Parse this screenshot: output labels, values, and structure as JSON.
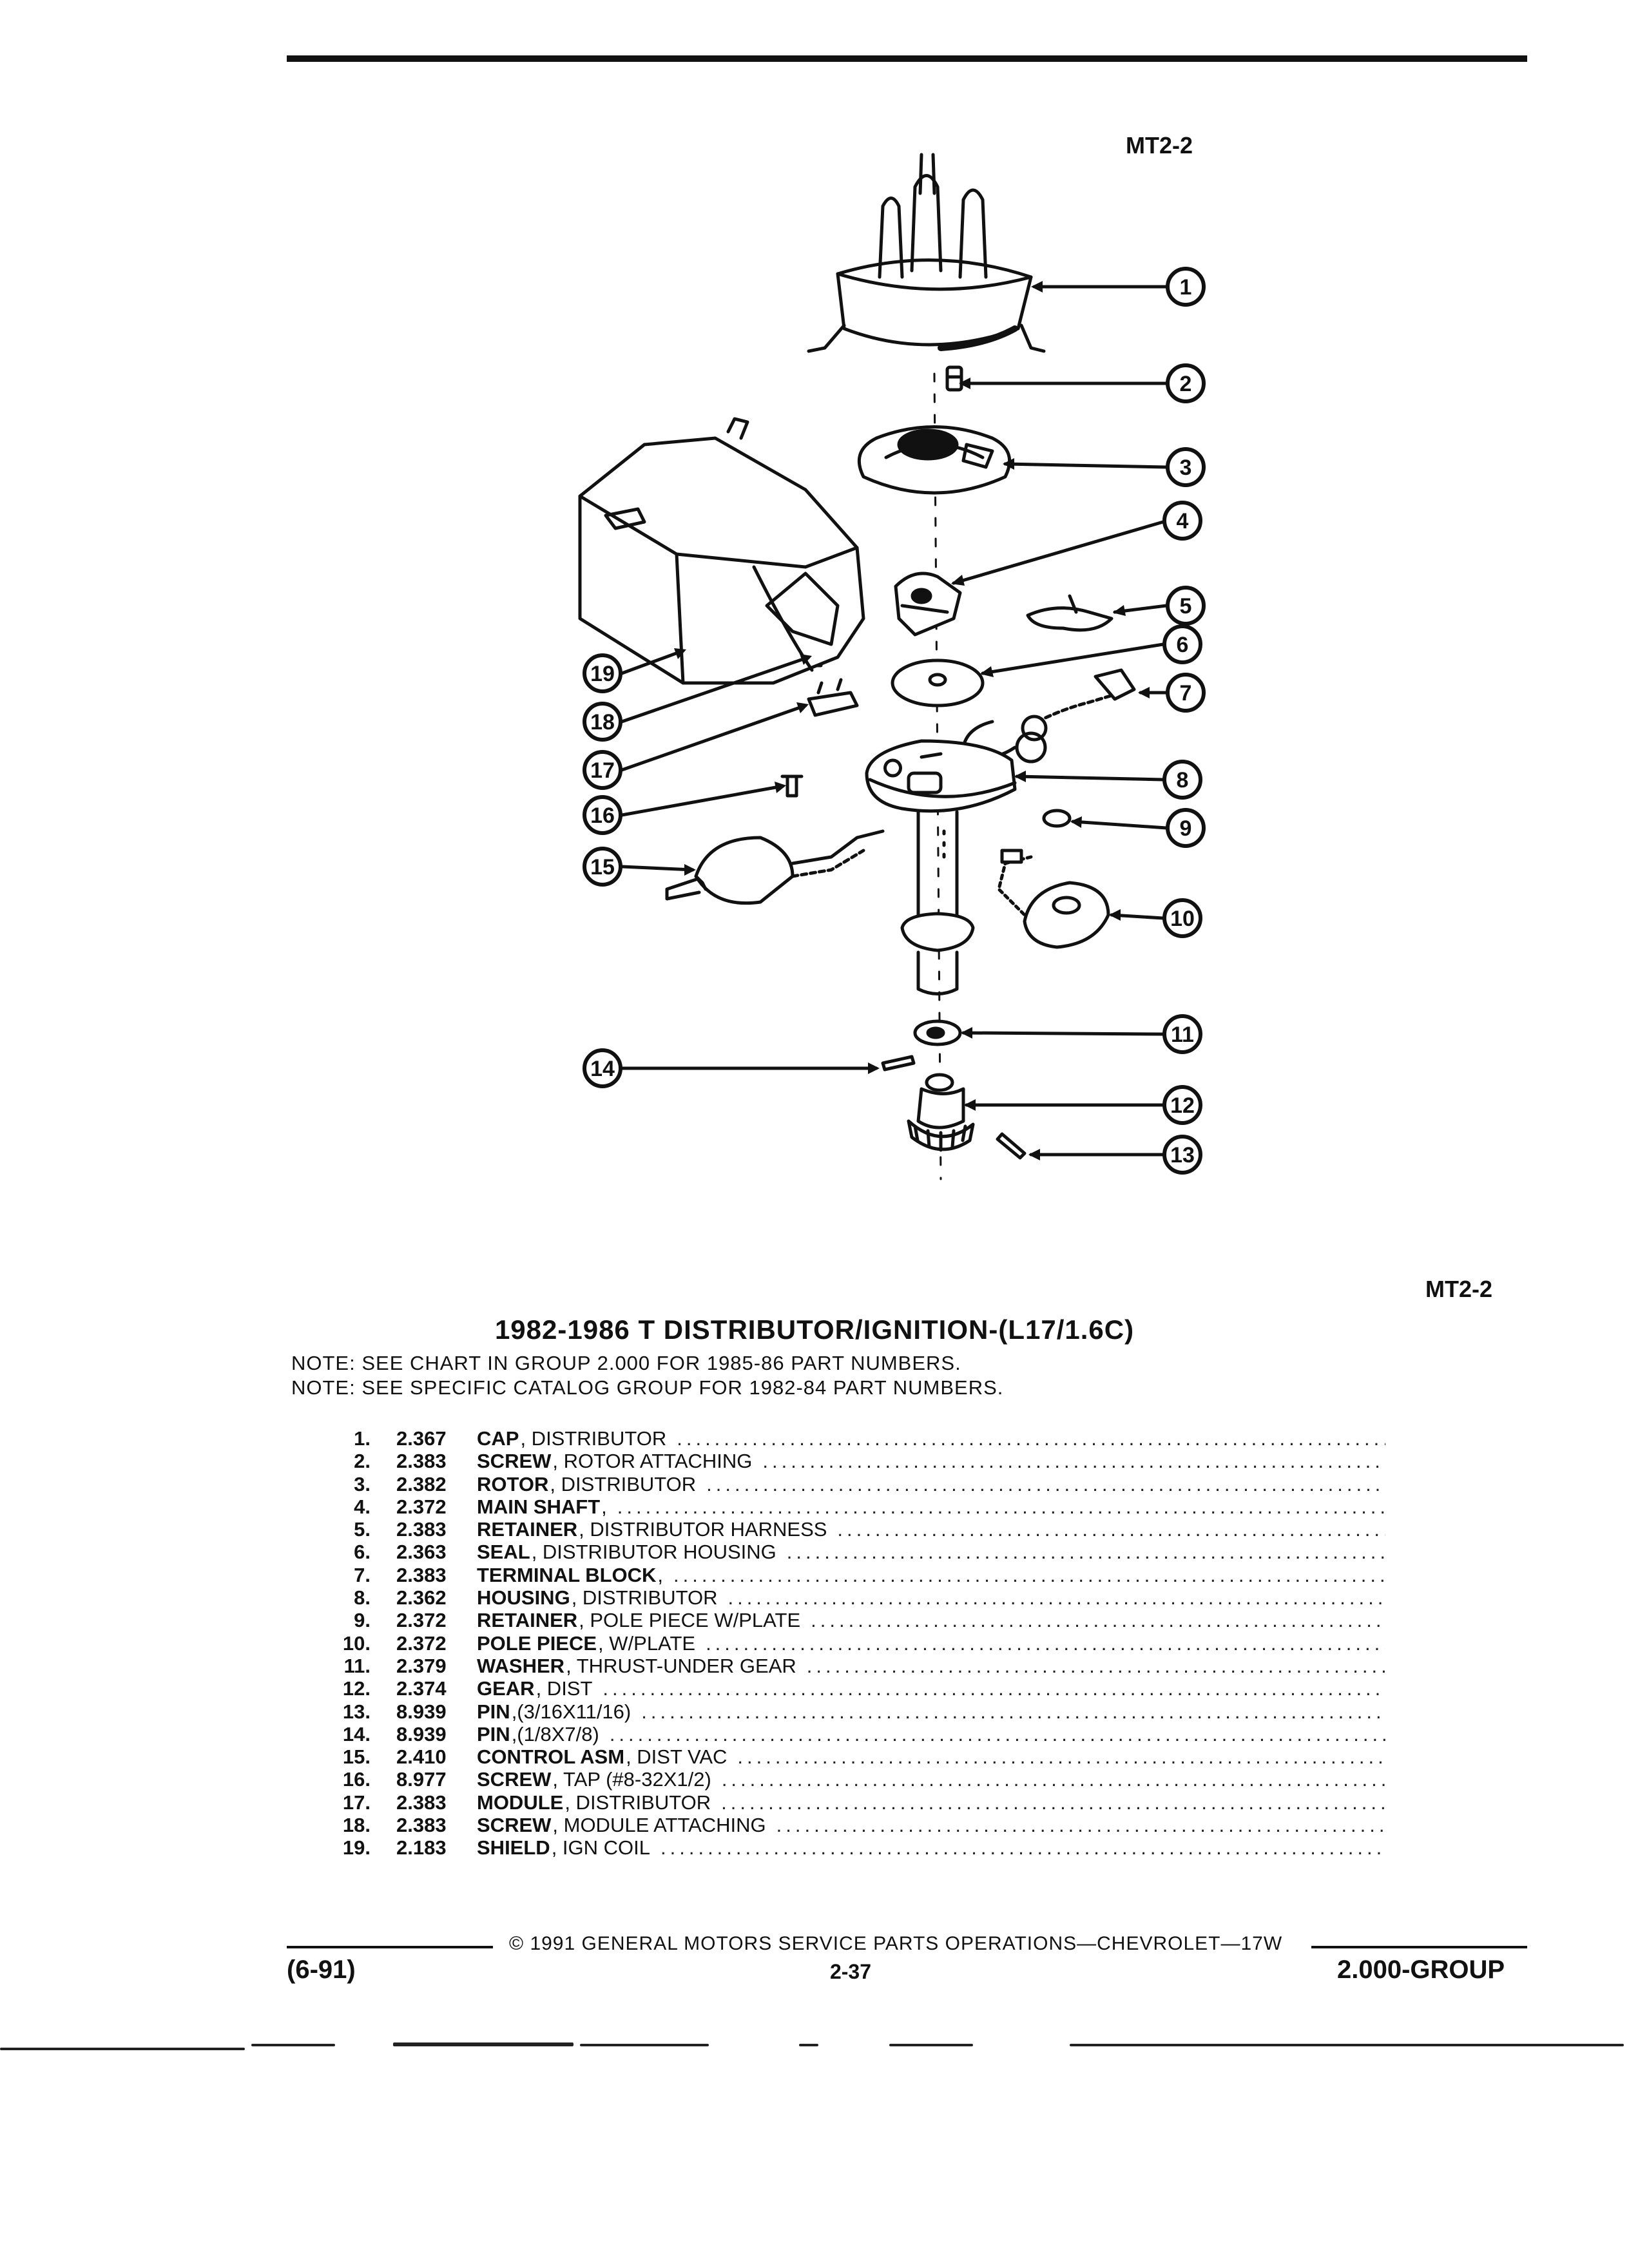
{
  "figure_label_top": "MT2-2",
  "figure_label_bottom": "MT2-2",
  "title": "1982-1986 T DISTRIBUTOR/IGNITION-(L17/1.6C)",
  "notes": [
    "NOTE:  SEE CHART IN GROUP 2.000 FOR 1985-86 PART NUMBERS.",
    "NOTE:  SEE SPECIFIC CATALOG GROUP FOR 1982-84 PART NUMBERS."
  ],
  "callouts": [
    "1",
    "2",
    "3",
    "4",
    "5",
    "6",
    "7",
    "8",
    "9",
    "10",
    "11",
    "12",
    "13",
    "14",
    "15",
    "16",
    "17",
    "18",
    "19"
  ],
  "parts": [
    {
      "num": "1.",
      "code": "2.367",
      "name": "CAP",
      "desc": ", DISTRIBUTOR"
    },
    {
      "num": "2.",
      "code": "2.383",
      "name": "SCREW",
      "desc": ", ROTOR ATTACHING"
    },
    {
      "num": "3.",
      "code": "2.382",
      "name": "ROTOR",
      "desc": ", DISTRIBUTOR"
    },
    {
      "num": "4.",
      "code": "2.372",
      "name": "MAIN SHAFT",
      "desc": ","
    },
    {
      "num": "5.",
      "code": "2.383",
      "name": "RETAINER",
      "desc": ", DISTRIBUTOR HARNESS"
    },
    {
      "num": "6.",
      "code": "2.363",
      "name": "SEAL",
      "desc": ", DISTRIBUTOR HOUSING"
    },
    {
      "num": "7.",
      "code": "2.383",
      "name": "TERMINAL BLOCK",
      "desc": ","
    },
    {
      "num": "8.",
      "code": "2.362",
      "name": "HOUSING",
      "desc": ", DISTRIBUTOR"
    },
    {
      "num": "9.",
      "code": "2.372",
      "name": "RETAINER",
      "desc": ", POLE PIECE W/PLATE"
    },
    {
      "num": "10.",
      "code": "2.372",
      "name": "POLE PIECE",
      "desc": ", W/PLATE"
    },
    {
      "num": "11.",
      "code": "2.379",
      "name": "WASHER",
      "desc": ", THRUST-UNDER GEAR"
    },
    {
      "num": "12.",
      "code": "2.374",
      "name": "GEAR",
      "desc": ", DIST"
    },
    {
      "num": "13.",
      "code": "8.939",
      "name": "PIN",
      "desc": ",(3/16X11/16)"
    },
    {
      "num": "14.",
      "code": "8.939",
      "name": "PIN",
      "desc": ",(1/8X7/8)"
    },
    {
      "num": "15.",
      "code": "2.410",
      "name": "CONTROL ASM",
      "desc": ", DIST VAC"
    },
    {
      "num": "16.",
      "code": "8.977",
      "name": "SCREW",
      "desc": ", TAP (#8-32X1/2)"
    },
    {
      "num": "17.",
      "code": "2.383",
      "name": "MODULE",
      "desc": ", DISTRIBUTOR"
    },
    {
      "num": "18.",
      "code": "2.383",
      "name": "SCREW",
      "desc": ", MODULE ATTACHING"
    },
    {
      "num": "19.",
      "code": "2.183",
      "name": "SHIELD",
      "desc": ", IGN COIL"
    }
  ],
  "footer": {
    "copyright": "©  1991  GENERAL MOTORS SERVICE PARTS OPERATIONS—CHEVROLET—17W",
    "left": "(6-91)",
    "center": "2-37",
    "right": "2.000-GROUP"
  }
}
